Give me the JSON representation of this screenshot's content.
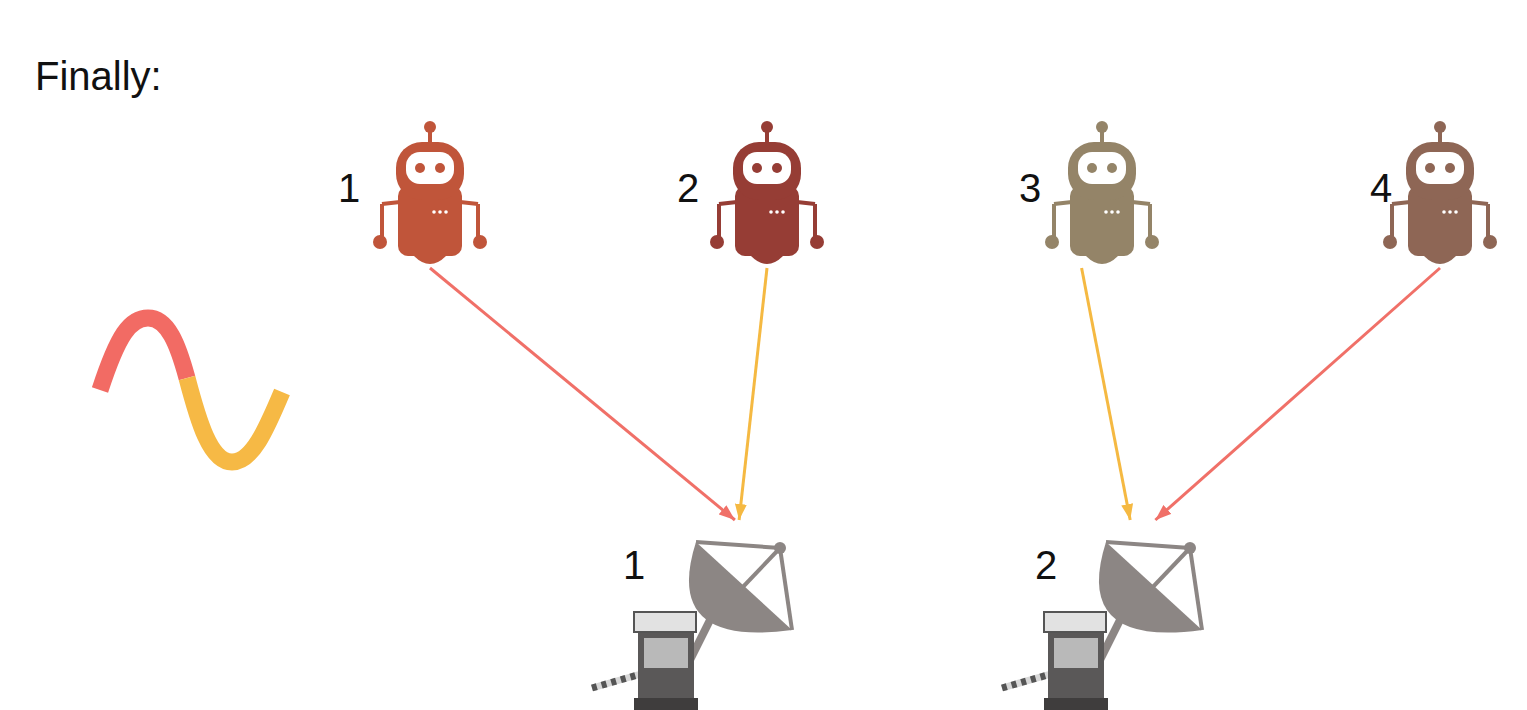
{
  "diagram": {
    "title": "Finally:",
    "nodes": [
      {
        "text": [
          "1"
        ]
      },
      {
        "text": [
          "2"
        ]
      },
      {
        "text": [
          "3"
        ]
      },
      {
        "text": [
          "4"
        ]
      },
      {
        "text": [
          "1"
        ]
      },
      {
        "text": [
          "2"
        ]
      }
    ],
    "edges": [
      {
        "from": 0,
        "to": 4,
        "arrow": "to"
      },
      {
        "from": 1,
        "to": 4,
        "arrow": "to"
      },
      {
        "from": 2,
        "to": 5,
        "arrow": "to"
      },
      {
        "from": 3,
        "to": 5,
        "arrow": "to"
      }
    ]
  }
}
